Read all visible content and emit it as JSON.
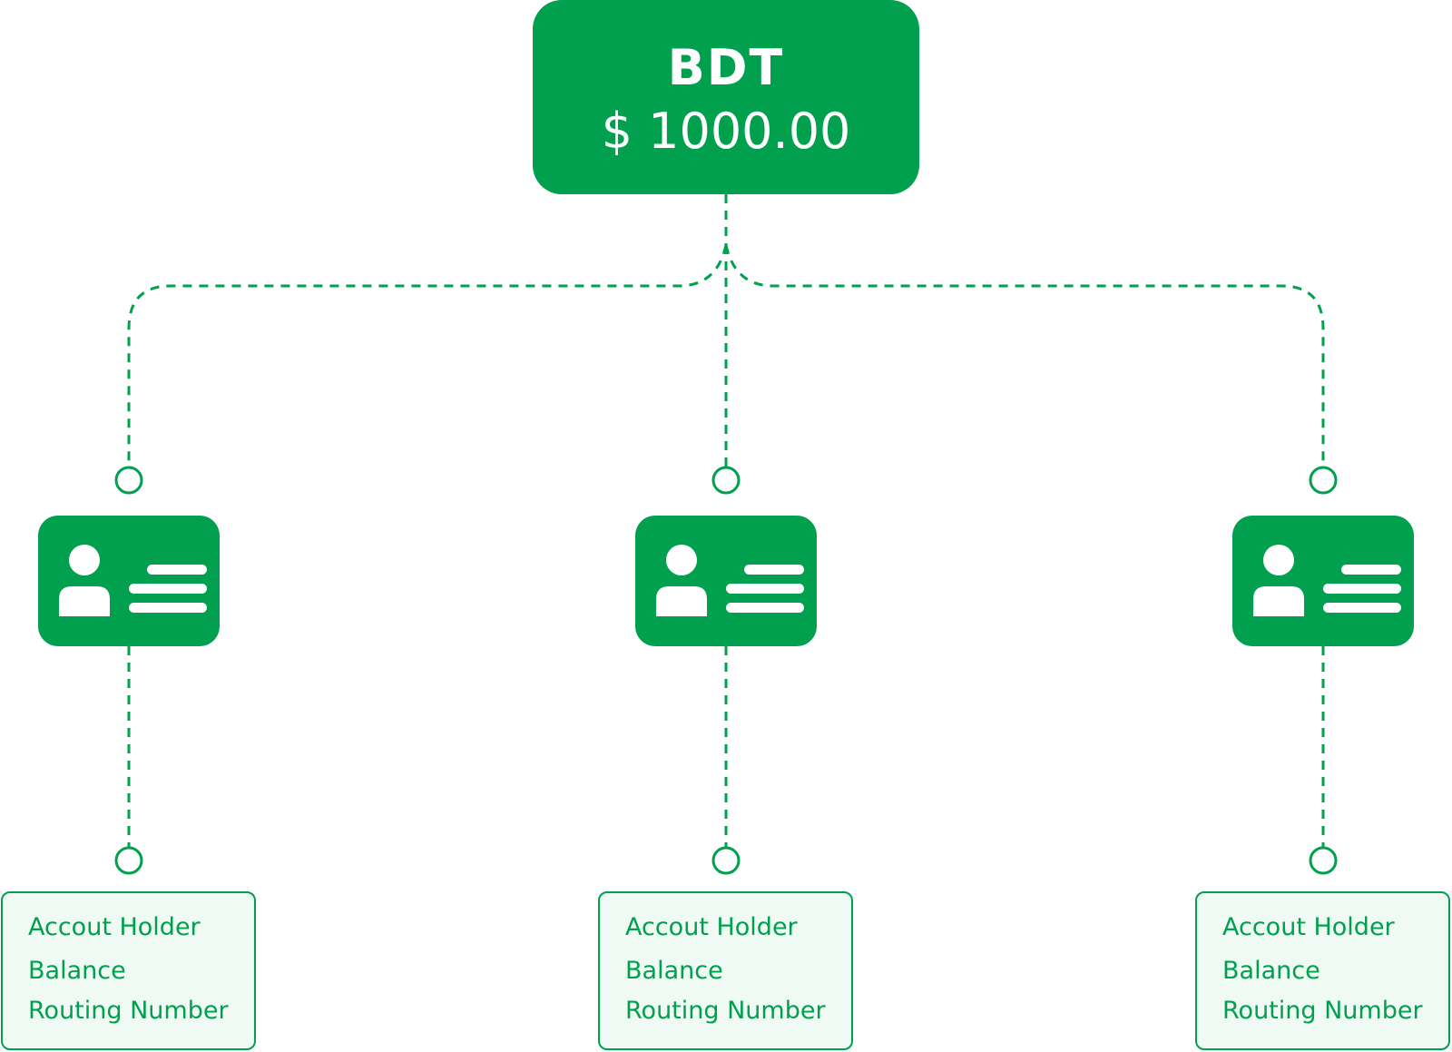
{
  "root": {
    "title": "BDT",
    "amount": "$ 1000.00"
  },
  "accounts": [
    {
      "icon": "id-card-icon",
      "fields": [
        "Accout Holder",
        "Balance",
        "Routing Number"
      ]
    },
    {
      "icon": "id-card-icon",
      "fields": [
        "Accout Holder",
        "Balance",
        "Routing Number"
      ]
    },
    {
      "icon": "id-card-icon",
      "fields": [
        "Accout Holder",
        "Balance",
        "Routing Number"
      ]
    }
  ],
  "colors": {
    "primary": "#00a04e",
    "info_background": "#effaf4",
    "background": "#ffffff"
  }
}
